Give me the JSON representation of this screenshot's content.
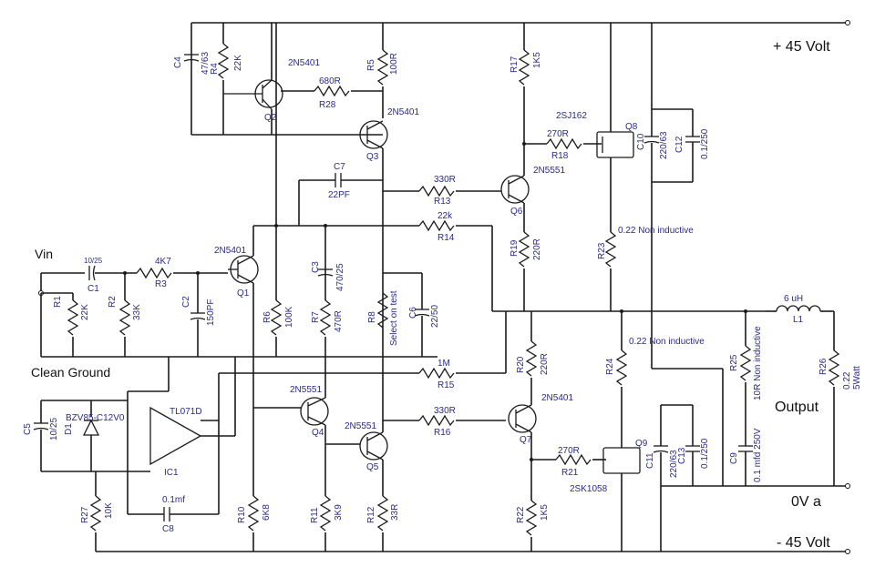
{
  "rails": {
    "pos": "+  45 Volt",
    "neg": "- 45  Volt",
    "zero": "0V a"
  },
  "io": {
    "vin": "Vin",
    "clean_ground": "Clean Ground",
    "output": "Output"
  },
  "parts": {
    "C1": {
      "ref": "C1",
      "val": "10/25",
      "plus": "PLUS",
      "minus": "MINUS"
    },
    "R3": {
      "ref": "R3",
      "val": "4K7"
    },
    "R1": {
      "ref": "R1",
      "val": "22K"
    },
    "R2": {
      "ref": "R2",
      "val": "33K"
    },
    "C2": {
      "ref": "C2",
      "val": "150PF"
    },
    "Q1": {
      "ref": "Q1",
      "val": "2N5401"
    },
    "R6": {
      "ref": "R6",
      "val": "100K"
    },
    "R7": {
      "ref": "R7",
      "val": "470R"
    },
    "C3": {
      "ref": "C3",
      "val": "470/25",
      "plus": "PLUS",
      "minus": "MINUS"
    },
    "R8": {
      "ref": "R8",
      "val": "Select on test"
    },
    "C6": {
      "ref": "C6",
      "val": "22/50",
      "plus": "PLUS",
      "minus": "MINUS"
    },
    "C4": {
      "ref": "C4",
      "val": "47/63",
      "plus": "PLUS",
      "minus": "MINUS"
    },
    "R4": {
      "ref": "R4",
      "val": "22K"
    },
    "Q2": {
      "ref": "Q2",
      "val": "2N5401"
    },
    "R28": {
      "ref": "R28",
      "val": "680R"
    },
    "R5": {
      "ref": "R5",
      "val": "100R"
    },
    "Q3": {
      "ref": "Q3",
      "val": "2N5401"
    },
    "C7": {
      "ref": "C7",
      "val": "22PF"
    },
    "R13": {
      "ref": "R13",
      "val": "330R"
    },
    "R14": {
      "ref": "R14",
      "val": "22k"
    },
    "Q6": {
      "ref": "Q6",
      "val": "2N5551"
    },
    "R17": {
      "ref": "R17",
      "val": "1K5"
    },
    "R19": {
      "ref": "R19",
      "val": "220R"
    },
    "R18": {
      "ref": "R18",
      "val": "270R"
    },
    "Q8": {
      "ref": "Q8",
      "val": "2SJ162"
    },
    "R23": {
      "ref": "R23",
      "val": "0.22 Non inductive"
    },
    "C10": {
      "ref": "C10",
      "val": "220/63",
      "plus": "PLUS",
      "minus": "MINUS"
    },
    "C12": {
      "ref": "C12",
      "val": "0.1/250"
    },
    "L1": {
      "ref": "L1",
      "val": "6 uH"
    },
    "R25": {
      "ref": "R25",
      "val": "10R Non inductive"
    },
    "C9": {
      "ref": "C9",
      "val": "0.1 mfd 250V"
    },
    "R26": {
      "ref": "R26",
      "val": "0.22 5Watt"
    },
    "R15": {
      "ref": "R15",
      "val": "1M"
    },
    "R16": {
      "ref": "R16",
      "val": "330R"
    },
    "Q4": {
      "ref": "Q4",
      "val": "2N5551"
    },
    "Q5": {
      "ref": "Q5",
      "val": "2N5551"
    },
    "Q7": {
      "ref": "Q7",
      "val": "2N5401"
    },
    "R20": {
      "ref": "R20",
      "val": "220R"
    },
    "R24": {
      "ref": "R24",
      "val": "0.22 Non inductive"
    },
    "R21": {
      "ref": "R21",
      "val": "270R"
    },
    "Q9": {
      "ref": "Q9",
      "val": "2SK1058"
    },
    "C11": {
      "ref": "C11",
      "val": "220/63",
      "plus": "PLUS",
      "minus": "MINUS"
    },
    "C13": {
      "ref": "C13",
      "val": "0.1/250"
    },
    "R22": {
      "ref": "R22",
      "val": "1K5"
    },
    "R10": {
      "ref": "R10",
      "val": "6K8"
    },
    "R11": {
      "ref": "R11",
      "val": "3K9"
    },
    "R12": {
      "ref": "R12",
      "val": "33R"
    },
    "C5": {
      "ref": "C5",
      "val": "10/25"
    },
    "D1": {
      "ref": "D1",
      "val": "BZV85-C12V0"
    },
    "IC1": {
      "ref": "IC1",
      "val": "TL071D"
    },
    "R27": {
      "ref": "R27",
      "val": "10K"
    },
    "C8": {
      "ref": "C8",
      "val": "0.1mf"
    }
  }
}
